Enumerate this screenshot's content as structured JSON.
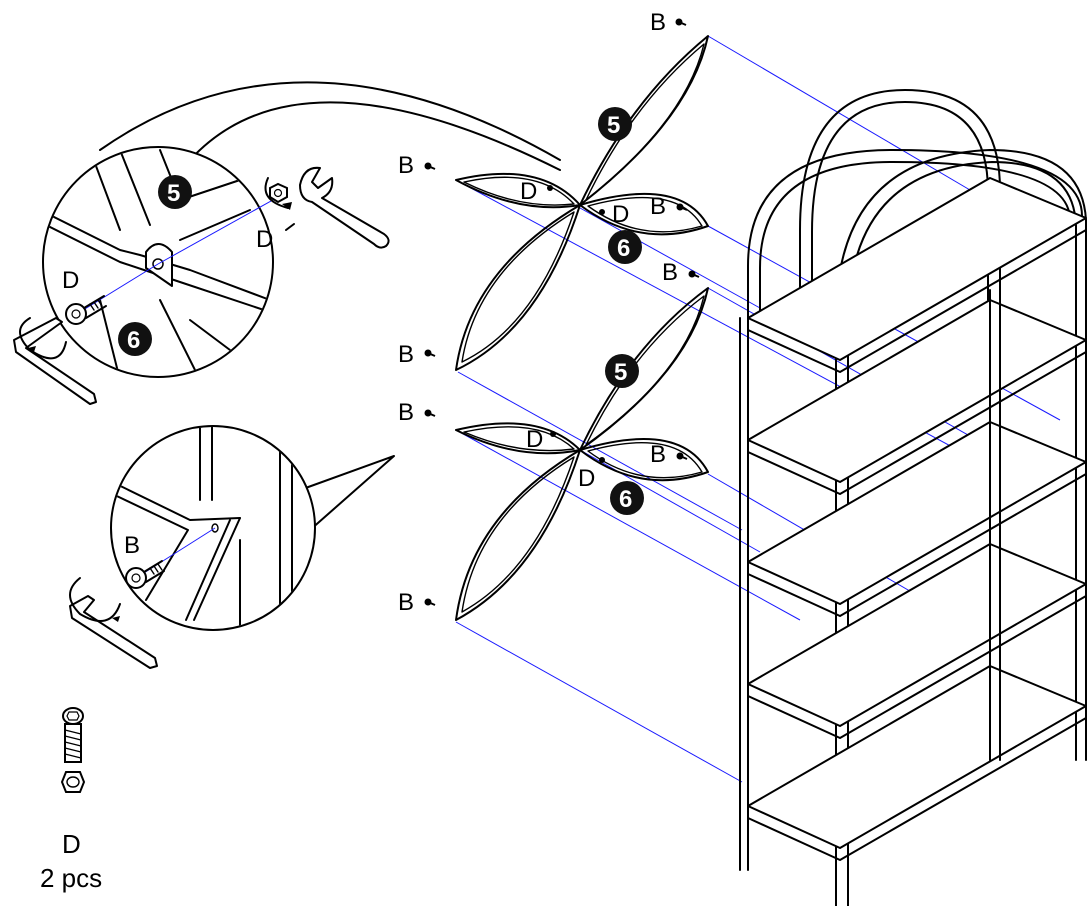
{
  "labels": {
    "screw_b": "B",
    "nut_d": "D",
    "panel_5": "5",
    "panel_6": "6"
  },
  "hardware": {
    "name": "D",
    "quantity": "2 pcs"
  },
  "colors": {
    "guide_line": "#1a1aff",
    "badge": "#111111",
    "ink": "#000000"
  },
  "icons": [
    "allen-key-icon",
    "wrench-icon",
    "bolt-icon",
    "hex-nut-icon",
    "rotation-arrow-icon"
  ]
}
